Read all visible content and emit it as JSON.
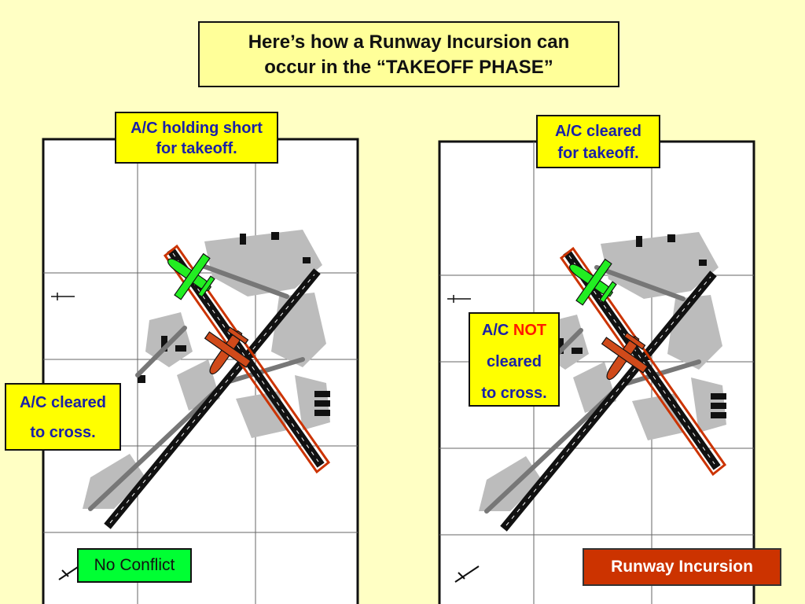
{
  "title": {
    "line1": "Here’s how a Runway Incursion can",
    "line2": "occur in the “TAKEOFF PHASE”"
  },
  "left_panel": {
    "callout_top": {
      "line1": "A/C holding short",
      "line2": "for takeoff."
    },
    "callout_side": {
      "line1": "A/C cleared",
      "line2": "to cross."
    },
    "status": "No Conflict"
  },
  "right_panel": {
    "callout_top": {
      "line1": "A/C cleared",
      "line2": "for takeoff."
    },
    "callout_side": {
      "line1_a": "A/C ",
      "line1_b": "NOT",
      "line2": "cleared",
      "line3": "to cross."
    },
    "status": "Runway Incursion"
  },
  "colors": {
    "background": "#ffffc4",
    "callout": "#ffff00",
    "callout_text": "#1a21a8",
    "not_text": "#ff1a00",
    "no_conflict": "#00ff33",
    "incursion": "#cc3300",
    "green_aircraft": "#22ee22",
    "red_aircraft": "#d04a1a"
  },
  "icons": [
    "green-aircraft-icon",
    "red-aircraft-icon"
  ]
}
